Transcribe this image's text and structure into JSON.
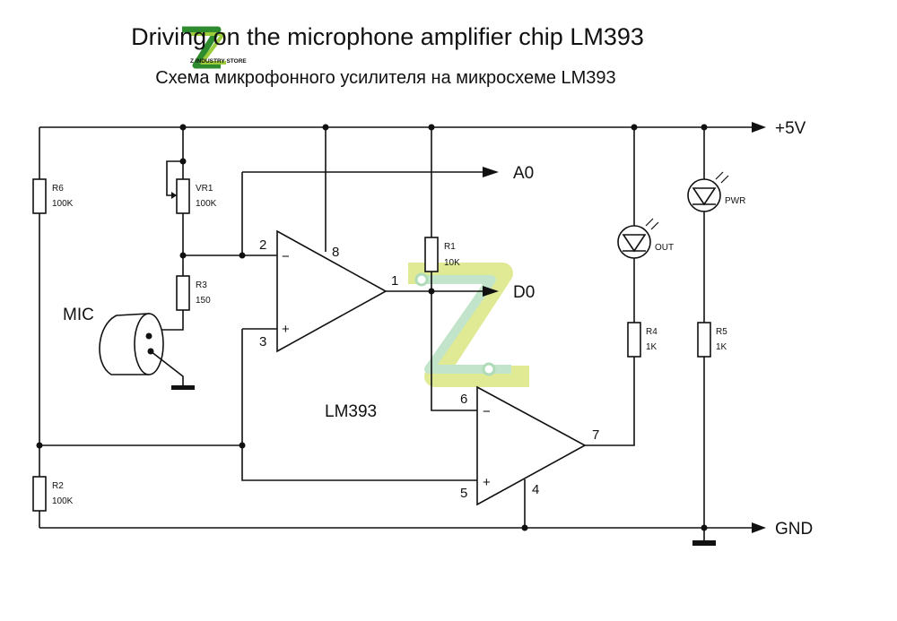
{
  "diagram": {
    "title": "Driving on the microphone amplifier chip LM393",
    "subtitle": "Схема микрофонного усилителя на микросхеме LM393",
    "watermark": {
      "brand_text": "Z INDUSTRY STORE",
      "colors": [
        "#2e8b2e",
        "#9ccc3a",
        "#c8d93f"
      ]
    },
    "rails": {
      "vcc": "+5V",
      "gnd": "GND"
    },
    "outputs": {
      "analog": "A0",
      "digital": "D0"
    },
    "chip": "LM393",
    "components": {
      "r6": {
        "name": "R6",
        "value": "100K"
      },
      "vr1": {
        "name": "VR1",
        "value": "100K"
      },
      "r3": {
        "name": "R3",
        "value": "150"
      },
      "r1": {
        "name": "R1",
        "value": "10K"
      },
      "r2": {
        "name": "R2",
        "value": "100K"
      },
      "r4": {
        "name": "R4",
        "value": "1K"
      },
      "r5": {
        "name": "R5",
        "value": "1K"
      },
      "mic": {
        "name": "MIC"
      },
      "led_out": {
        "name": "OUT"
      },
      "led_pwr": {
        "name": "PWR"
      }
    },
    "comparator_a": {
      "inv_pin": "2",
      "noninv_pin": "3",
      "out_pin": "1",
      "vcc_pin": "8",
      "minus": "−",
      "plus": "+"
    },
    "comparator_b": {
      "inv_pin": "6",
      "noninv_pin": "5",
      "out_pin": "7",
      "gnd_pin": "4",
      "minus": "−",
      "plus": "+"
    }
  }
}
